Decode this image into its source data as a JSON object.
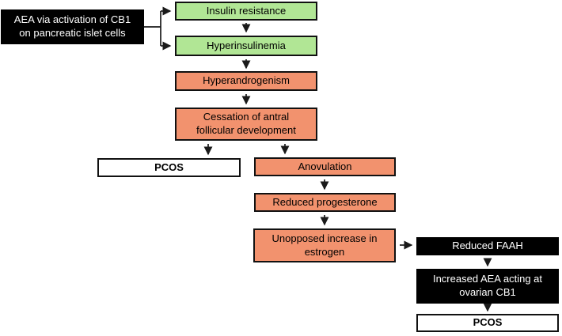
{
  "colors": {
    "node-green": "#b1e695",
    "node-salmon": "#f2926e",
    "node-black": "#000000",
    "node-white": "#ffffff",
    "border": "#111111",
    "arrow": "#1a1a1a"
  },
  "nodes": {
    "aea_islet": {
      "label": "AEA via activation of CB1\non pancreatic islet cells"
    },
    "insulin_resistance": {
      "label": "Insulin resistance"
    },
    "hyperinsulinemia": {
      "label": "Hyperinsulinemia"
    },
    "hyperandrogenism": {
      "label": "Hyperandrogenism"
    },
    "cessation": {
      "label": "Cessation of antral\nfollicular development"
    },
    "pcos_left": {
      "label": "PCOS"
    },
    "anovulation": {
      "label": "Anovulation"
    },
    "reduced_progesterone": {
      "label": "Reduced progesterone"
    },
    "unopposed_estrogen": {
      "label": "Unopposed increase in\nestrogen"
    },
    "reduced_faah": {
      "label": "Reduced FAAH"
    },
    "increased_aea": {
      "label": "Increased AEA acting at\novarian CB1"
    },
    "pcos_right": {
      "label": "PCOS"
    }
  }
}
